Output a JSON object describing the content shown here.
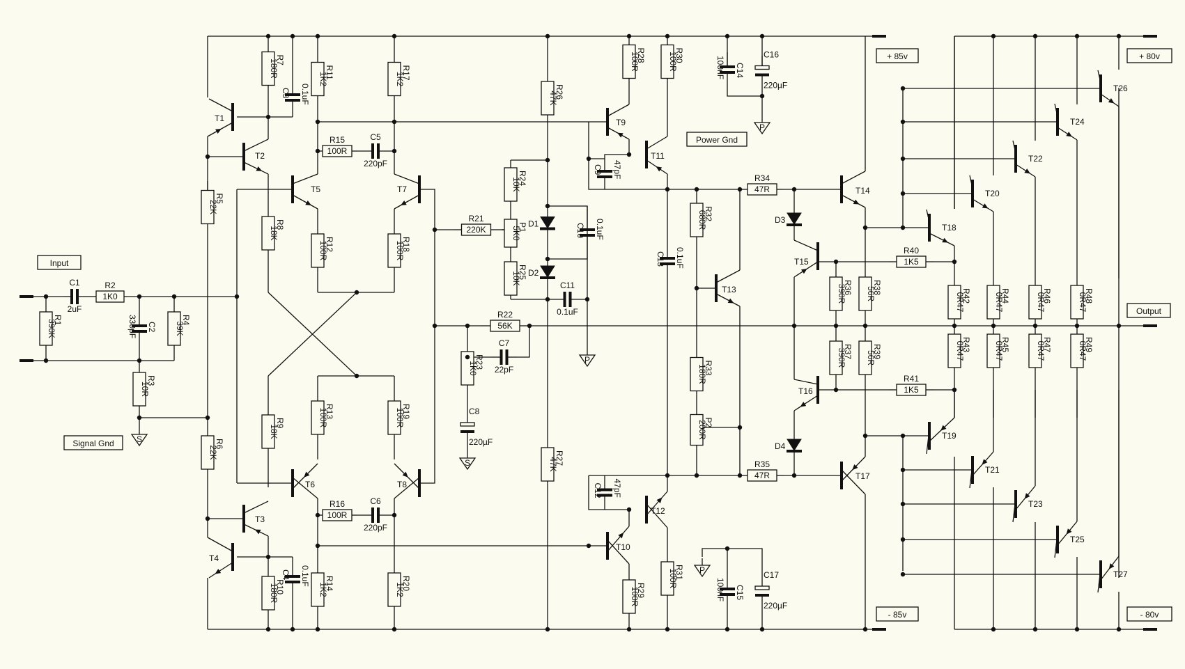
{
  "labels": {
    "input": "Input",
    "output": "Output",
    "signal_gnd": "Signal Gnd",
    "power_gnd": "Power Gnd",
    "rail_pos_85": "+ 85v",
    "rail_neg_85": "- 85v",
    "rail_pos_80": "+ 80v",
    "rail_neg_80": "- 80v"
  },
  "ground_symbols": {
    "s": "S",
    "p": "P"
  },
  "resistors": [
    {
      "ref": "R1",
      "value": "390K"
    },
    {
      "ref": "R2",
      "value": "1K0"
    },
    {
      "ref": "R3",
      "value": "10R"
    },
    {
      "ref": "R4",
      "value": "39K"
    },
    {
      "ref": "R5",
      "value": "22K"
    },
    {
      "ref": "R6",
      "value": "22K"
    },
    {
      "ref": "R7",
      "value": "180R"
    },
    {
      "ref": "R8",
      "value": "18K"
    },
    {
      "ref": "R9",
      "value": "18K"
    },
    {
      "ref": "R10",
      "value": "180R"
    },
    {
      "ref": "R11",
      "value": "1K2"
    },
    {
      "ref": "R12",
      "value": "100R"
    },
    {
      "ref": "R13",
      "value": "100R"
    },
    {
      "ref": "R14",
      "value": "1K2"
    },
    {
      "ref": "R15",
      "value": "100R"
    },
    {
      "ref": "R16",
      "value": "100R"
    },
    {
      "ref": "R17",
      "value": "1K2"
    },
    {
      "ref": "R18",
      "value": "100R"
    },
    {
      "ref": "R19",
      "value": "100R"
    },
    {
      "ref": "R20",
      "value": "1K2"
    },
    {
      "ref": "R21",
      "value": "220K"
    },
    {
      "ref": "R22",
      "value": "56K"
    },
    {
      "ref": "R23",
      "value": "1K0"
    },
    {
      "ref": "R24",
      "value": "10K"
    },
    {
      "ref": "R25",
      "value": "10K"
    },
    {
      "ref": "R26",
      "value": "47K"
    },
    {
      "ref": "R27",
      "value": "47K"
    },
    {
      "ref": "R28",
      "value": "100R"
    },
    {
      "ref": "R29",
      "value": "100R"
    },
    {
      "ref": "R30",
      "value": "100R"
    },
    {
      "ref": "R31",
      "value": "100R"
    },
    {
      "ref": "R32",
      "value": "680R"
    },
    {
      "ref": "R33",
      "value": "180R"
    },
    {
      "ref": "R34",
      "value": "47R"
    },
    {
      "ref": "R35",
      "value": "47R"
    },
    {
      "ref": "R36",
      "value": "390R"
    },
    {
      "ref": "R37",
      "value": "390R"
    },
    {
      "ref": "R38",
      "value": "56R"
    },
    {
      "ref": "R39",
      "value": "56R"
    },
    {
      "ref": "R40",
      "value": "1K5"
    },
    {
      "ref": "R41",
      "value": "1K5"
    },
    {
      "ref": "R42",
      "value": "0R47"
    },
    {
      "ref": "R43",
      "value": "0R47"
    },
    {
      "ref": "R44",
      "value": "0R47"
    },
    {
      "ref": "R45",
      "value": "0R47"
    },
    {
      "ref": "R46",
      "value": "0R47"
    },
    {
      "ref": "R47",
      "value": "0R47"
    },
    {
      "ref": "R48",
      "value": "0R47"
    },
    {
      "ref": "R49",
      "value": "0R47"
    }
  ],
  "pots": [
    {
      "ref": "P1",
      "value": "5K0"
    },
    {
      "ref": "P2",
      "value": "200R"
    }
  ],
  "capacitors": [
    {
      "ref": "C1",
      "value": "2uF"
    },
    {
      "ref": "C2",
      "value": "330pF"
    },
    {
      "ref": "C3",
      "value": "0.1uF"
    },
    {
      "ref": "C4",
      "value": "0.1uF"
    },
    {
      "ref": "C5",
      "value": "220pF"
    },
    {
      "ref": "C6",
      "value": "220pF"
    },
    {
      "ref": "C7",
      "value": "22pF"
    },
    {
      "ref": "C8",
      "value": "220µF"
    },
    {
      "ref": "C9",
      "value": "47pF"
    },
    {
      "ref": "C10",
      "value": "0.1uF"
    },
    {
      "ref": "C11",
      "value": "0.1uF"
    },
    {
      "ref": "C12",
      "value": "47pF"
    },
    {
      "ref": "C13",
      "value": "0.1uF"
    },
    {
      "ref": "C14",
      "value": "100nF"
    },
    {
      "ref": "C15",
      "value": "100nF"
    },
    {
      "ref": "C16",
      "value": "220µF"
    },
    {
      "ref": "C17",
      "value": "220µF"
    }
  ],
  "diodes": [
    "D1",
    "D2",
    "D3",
    "D4"
  ],
  "transistors": [
    "T1",
    "T2",
    "T3",
    "T4",
    "T5",
    "T6",
    "T7",
    "T8",
    "T9",
    "T10",
    "T11",
    "T12",
    "T13",
    "T14",
    "T15",
    "T16",
    "T17",
    "T18",
    "T19",
    "T20",
    "T21",
    "T22",
    "T23",
    "T24",
    "T25",
    "T26",
    "T27"
  ]
}
